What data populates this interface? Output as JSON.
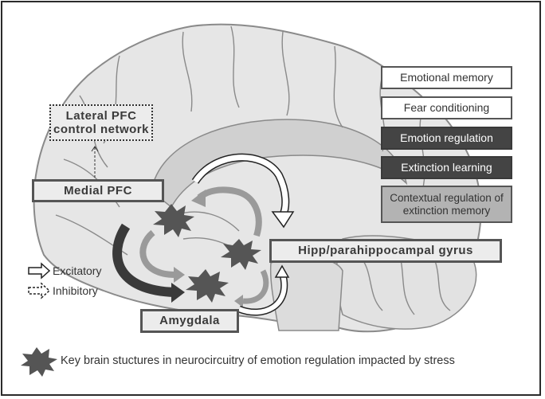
{
  "diagram": {
    "title_boxes": {
      "lateral_pfc": "Lateral PFC\ncontrol network",
      "medial_pfc": "Medial PFC",
      "hipp": "Hipp/parahippocampal gyrus",
      "amygdala": "Amygdala"
    },
    "functions": [
      {
        "label": "Emotional memory",
        "style": "white"
      },
      {
        "label": "Fear conditioning",
        "style": "white"
      },
      {
        "label": "Emotion regulation",
        "style": "dark"
      },
      {
        "label": "Extinction learning",
        "style": "dark"
      },
      {
        "label": "Contextual regulation of extinction memory",
        "style": "gray"
      }
    ],
    "legend": {
      "excitatory": "Excitatory",
      "inhibitory": "Inhibitory"
    },
    "footer": "Key brain stuctures in neurocircuitry of emotion regulation impacted by stress",
    "colors": {
      "brain_fill": "#e6e6e6",
      "brain_outline": "#8a8a8a",
      "starburst": "#555555",
      "dark_box": "#444444",
      "gray_box": "#b3b3b3",
      "gray_arrow": "#9a9a9a",
      "dark_arrow": "#3a3a3a"
    }
  }
}
